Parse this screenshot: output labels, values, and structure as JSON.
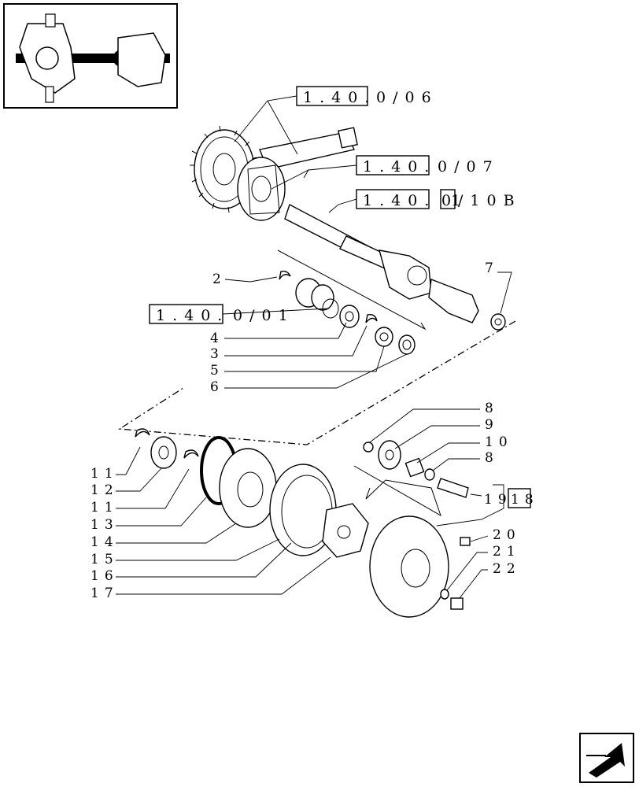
{
  "references": [
    {
      "boxed": "1.40.",
      "rest": "0/06"
    },
    {
      "boxed": "1.40.",
      "rest": "0/07"
    },
    {
      "boxed": "1.40.",
      "boxed2": "01",
      "rest": "/10B"
    },
    {
      "boxed": "1.40.",
      "rest": "0/01"
    }
  ],
  "callouts": {
    "c2": "2",
    "c3": "3",
    "c4": "4",
    "c5": "5",
    "c6": "6",
    "c7": "7",
    "c8a": "8",
    "c8b": "8",
    "c9": "9",
    "c10": "10",
    "c11a": "11",
    "c11b": "11",
    "c12": "12",
    "c13": "13",
    "c14": "14",
    "c15": "15",
    "c16": "16",
    "c17": "17",
    "c19": "19",
    "c18": "18",
    "c20": "20",
    "c21": "21",
    "c22": "22"
  },
  "icons": {
    "overview": "axle-overview-icon",
    "nav": "next-page-arrow-icon"
  }
}
